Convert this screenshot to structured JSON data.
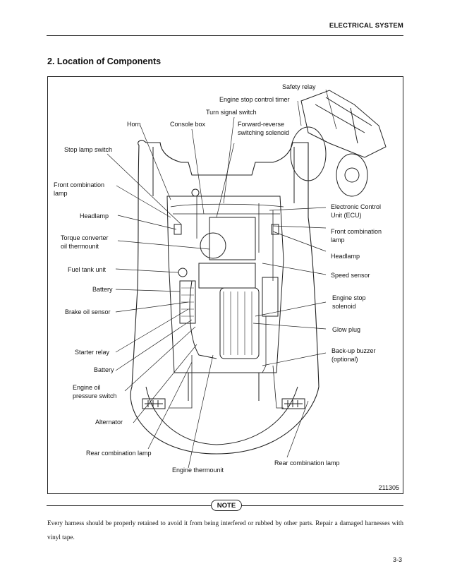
{
  "header": {
    "section": "ELECTRICAL SYSTEM"
  },
  "title": "2. Location of Components",
  "figure": {
    "code": "211305",
    "labels": {
      "safety_relay": "Safety relay",
      "engine_stop_control_timer": "Engine stop control timer",
      "turn_signal_switch": "Turn signal switch",
      "horn": "Horn",
      "console_box": "Console box",
      "forward_reverse_1": "Forward-reverse",
      "forward_reverse_2": "switching solenoid",
      "stop_lamp_switch": "Stop lamp switch",
      "front_combination_lamp_l1": "Front combination",
      "front_combination_lamp_l2": "lamp",
      "headlamp_left": "Headlamp",
      "torque_converter_1": "Torque converter",
      "torque_converter_2": "oil thermounit",
      "fuel_tank_unit": "Fuel tank unit",
      "battery_1": "Battery",
      "brake_oil_sensor": "Brake oil sensor",
      "starter_relay": "Starter relay",
      "battery_2": "Battery",
      "engine_oil_1": "Engine oil",
      "engine_oil_2": "pressure switch",
      "alternator": "Alternator",
      "rear_combination_lamp_left": "Rear combination lamp",
      "engine_thermounit": "Engine thermounit",
      "ecu_1": "Electronic Control",
      "ecu_2": "Unit (ECU)",
      "front_combination_lamp_r1": "Front combination",
      "front_combination_lamp_r2": "lamp",
      "headlamp_right": "Headlamp",
      "speed_sensor": "Speed sensor",
      "engine_stop_solenoid_1": "Engine stop",
      "engine_stop_solenoid_2": "solenoid",
      "glow_plug": "Glow plug",
      "backup_buzzer_1": "Back-up buzzer",
      "backup_buzzer_2": "(optional)",
      "rear_combination_lamp_right": "Rear combination lamp"
    }
  },
  "note": {
    "badge": "NOTE",
    "text": "Every harness should be properly retained to avoid it from being interfered or rubbed by other parts. Repair a damaged harnesses with vinyl tape."
  },
  "page_number": "3-3"
}
